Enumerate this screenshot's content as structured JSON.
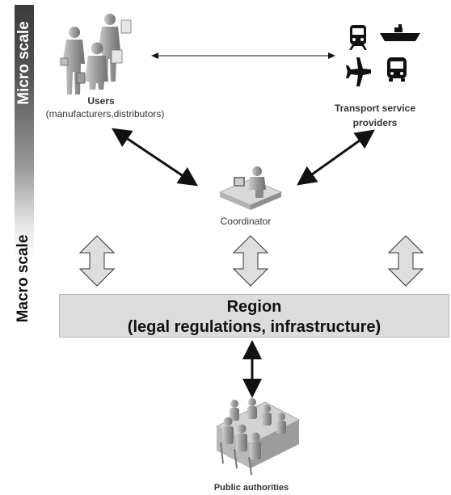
{
  "scale": {
    "micro": "Micro scale",
    "macro": "Macro scale"
  },
  "nodes": {
    "users": {
      "title": "Users",
      "subtitle": "(manufacturers,distributors)"
    },
    "transport": {
      "line1": "Transport service",
      "line2": "providers"
    },
    "coordinator": {
      "label": "Coordinator"
    },
    "region": {
      "title": "Region",
      "subtitle": "(legal regulations, infrastructure)"
    },
    "authorities": {
      "label": "Public authorities"
    }
  },
  "colors": {
    "figure": "#a9a9a9",
    "arrow": "#111111",
    "hollow_arrow_fill": "#dedede",
    "region_fill": "#dcdcdc"
  },
  "icons": [
    "people-icon",
    "train-icon",
    "ship-icon",
    "plane-icon",
    "bus-icon",
    "coordinator-desk-icon",
    "meeting-table-icon"
  ]
}
